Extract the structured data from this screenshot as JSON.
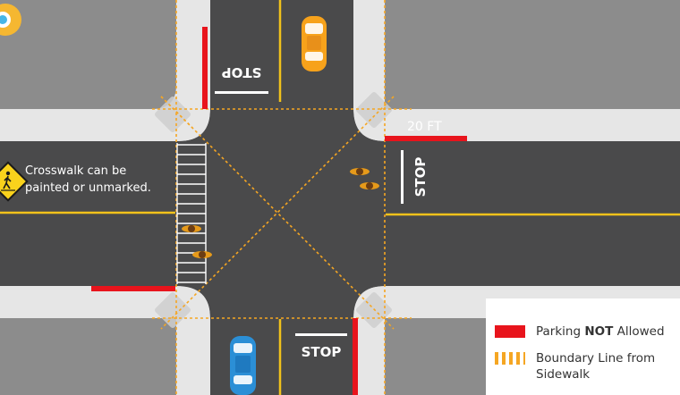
{
  "labels": {
    "stop_top": "STOP",
    "stop_right": "STOP",
    "stop_bottom": "STOP",
    "distance": "20 FT"
  },
  "note": {
    "line1": "Crosswalk can be",
    "line2": "painted or unmarked."
  },
  "legend": {
    "parking_label_pre": "Parking ",
    "parking_label_emph": "NOT",
    "parking_label_post": " Allowed",
    "boundary_line1": "Boundary Line from",
    "boundary_line2": "Sidewalk"
  },
  "icons": {
    "logo": "brand-logo-icon",
    "pedestrian_warning": "pedestrian-crossing-sign-icon",
    "car_top": "orange-car-icon",
    "car_bottom": "blue-car-icon",
    "pedestrians": "pedestrian-icon"
  },
  "colors": {
    "road": "#4a4a4b",
    "sidewalk": "#e6e6e6",
    "block": "#8c8c8c",
    "center_line": "#f2c21b",
    "no_parking": "#e8141c",
    "boundary": "#f5a623",
    "car_orange": "#f7a21b",
    "car_blue": "#2b8fd6"
  }
}
